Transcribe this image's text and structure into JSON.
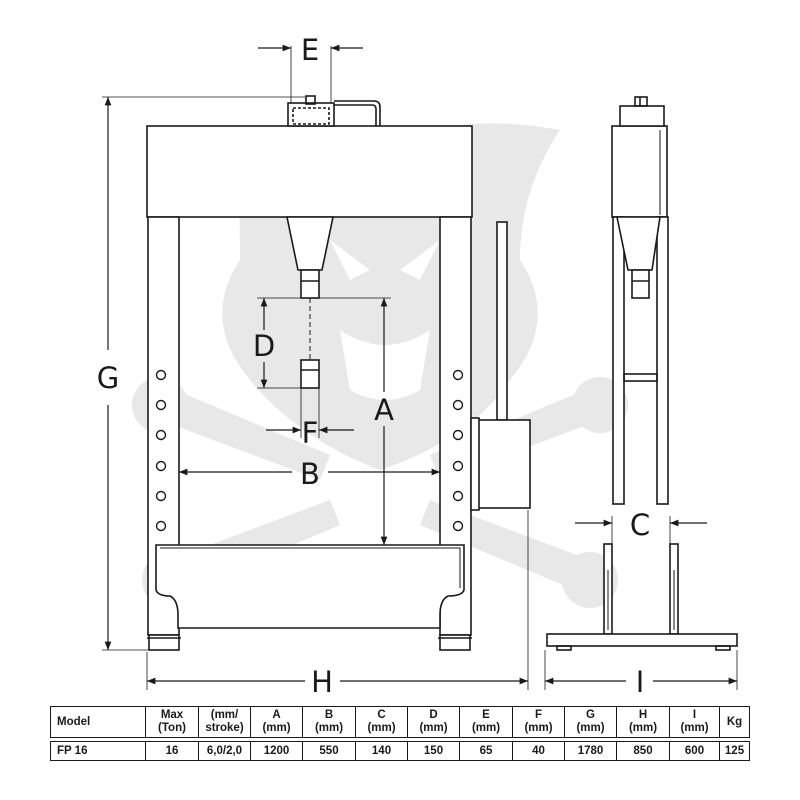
{
  "labels": {
    "A": "A",
    "B": "B",
    "C": "C",
    "D": "D",
    "E": "E",
    "F": "F",
    "G": "G",
    "H": "H",
    "I": "I"
  },
  "colors": {
    "line": "#1a1a1a",
    "watermark": "#e6e6e6"
  },
  "watermark_icon": "panther-head-crossed-wrenches-icon",
  "table": {
    "headers": [
      [
        "Model",
        ""
      ],
      [
        "Max",
        "(Ton)"
      ],
      [
        "(mm/",
        "stroke)"
      ],
      [
        "A",
        "(mm)"
      ],
      [
        "B",
        "(mm)"
      ],
      [
        "C",
        "(mm)"
      ],
      [
        "D",
        "(mm)"
      ],
      [
        "E",
        "(mm)"
      ],
      [
        "F",
        "(mm)"
      ],
      [
        "G",
        "(mm)"
      ],
      [
        "H",
        "(mm)"
      ],
      [
        "I",
        "(mm)"
      ],
      [
        "Kg",
        ""
      ]
    ],
    "rows": [
      [
        "FP 16",
        "16",
        "6,0/2,0",
        "1200",
        "550",
        "140",
        "150",
        "65",
        "40",
        "1780",
        "850",
        "600",
        "125"
      ]
    ]
  }
}
